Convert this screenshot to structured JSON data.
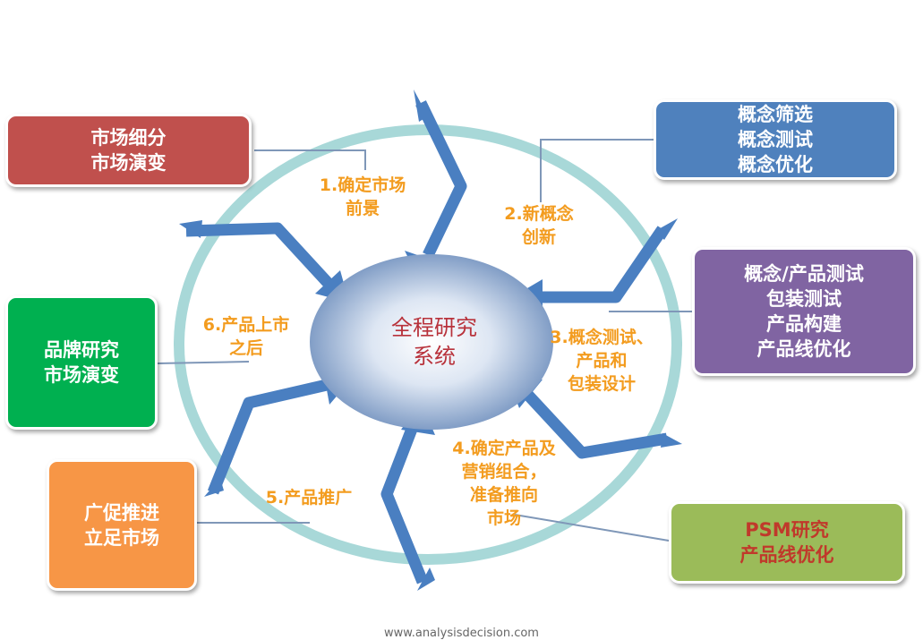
{
  "center": {
    "lines": [
      "全程研究",
      "系统"
    ]
  },
  "stages": [
    {
      "id": "stage-1",
      "lines": [
        "1.确定市场",
        "前景"
      ]
    },
    {
      "id": "stage-2",
      "lines": [
        "2.新概念",
        "创新"
      ]
    },
    {
      "id": "stage-3",
      "lines": [
        "3.概念测试、",
        "产品和",
        "包装设计"
      ]
    },
    {
      "id": "stage-4",
      "lines": [
        "4.确定产品及",
        "营销组合，",
        "准备推向",
        "市场"
      ]
    },
    {
      "id": "stage-5",
      "lines": [
        "5.产品推广"
      ]
    },
    {
      "id": "stage-6",
      "lines": [
        "6.产品上市",
        "之后"
      ]
    }
  ],
  "boxes": [
    {
      "id": "box-1",
      "lines": [
        "市场细分",
        "市场演变"
      ],
      "color": "#c0504d"
    },
    {
      "id": "box-2",
      "lines": [
        "概念筛选",
        "概念测试",
        "概念优化"
      ],
      "color": "#4f81bd"
    },
    {
      "id": "box-3",
      "lines": [
        "概念/产品测试",
        "包装测试",
        "产品构建",
        "产品线优化"
      ],
      "color": "#8064a2"
    },
    {
      "id": "box-4",
      "lines": [
        "PSM研究",
        "产品线优化"
      ],
      "color": "#9bbb59",
      "text_color": "#c0392b"
    },
    {
      "id": "box-5",
      "lines": [
        "广促推进",
        "立足市场"
      ],
      "color": "#f79646"
    },
    {
      "id": "box-6",
      "lines": [
        "品牌研究",
        "市场演变"
      ],
      "color": "#00b050"
    }
  ],
  "footer": "www.analysisdecision.com",
  "colors": {
    "ring": "#a8d8d8",
    "arrow": "#4a7fc1",
    "connector": "#7f97b8",
    "stage_text": "#f39c1f",
    "center_text": "#b8323b"
  }
}
